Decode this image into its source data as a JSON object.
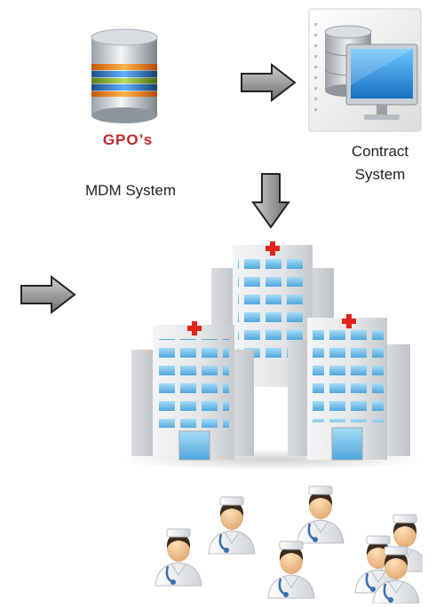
{
  "labels": {
    "gpo": "GPO’s",
    "mdm": "MDM System",
    "contract_line1": "Contract",
    "contract_line2": "System"
  },
  "icons": {
    "gpo_database": "database-stack-icon",
    "contract_system": "database-monitor-icon",
    "arrows": "arrow-icon",
    "hospitals": "hospital-building-icon",
    "staff": "doctor-avatar-icon"
  },
  "colors": {
    "gpo_text": "#c1272d",
    "arrow_fill": "#8a8a8a",
    "red_cross": "#e2231a",
    "monitor_screen": "#2a8fdc",
    "hospital_window": "#7fc3ea"
  }
}
